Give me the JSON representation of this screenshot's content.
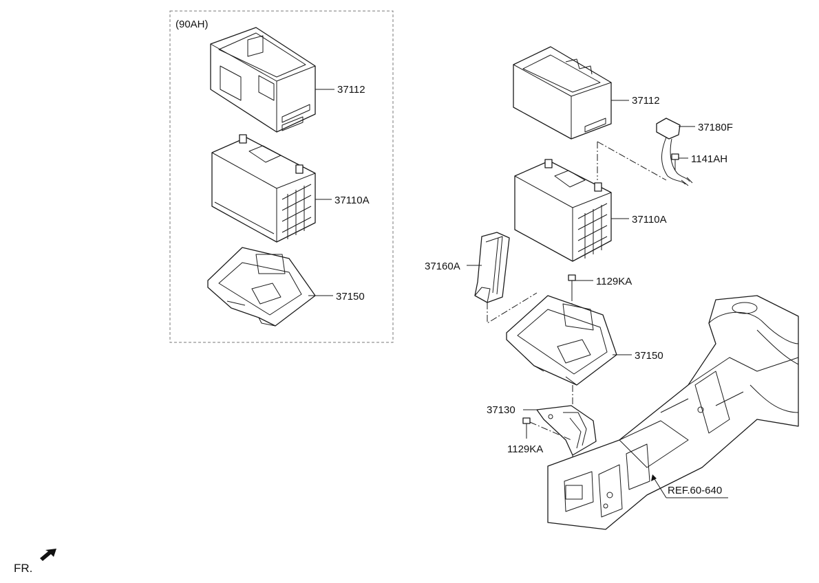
{
  "group_label": "(90AH)",
  "parts_left": {
    "tray": "37112",
    "battery": "37110A",
    "bracket": "37150"
  },
  "parts_right": {
    "tray": "37112",
    "cable": "37180F",
    "bolt_cable": "1141AH",
    "battery": "37110A",
    "clamp": "37160A",
    "bolt_top": "1129KA",
    "bracket": "37150",
    "support": "37130",
    "bolt_bottom": "1129KA"
  },
  "reference": "REF.60-640",
  "front_marker": "FR.",
  "icons": {
    "front": "front-arrow-icon"
  }
}
